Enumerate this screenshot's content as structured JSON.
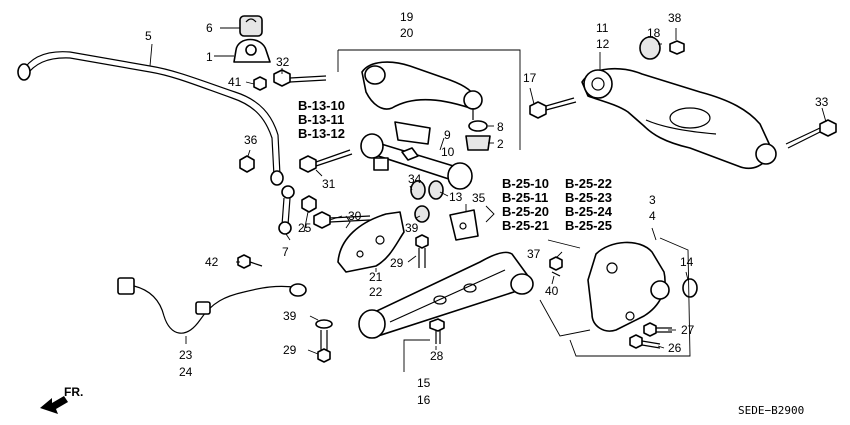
{
  "callouts": {
    "c1": "1",
    "c2": "2",
    "c3": "3",
    "c4": "4",
    "c5": "5",
    "c6": "6",
    "c7": "7",
    "c8": "8",
    "c9": "9",
    "c10": "10",
    "c11": "11",
    "c12": "12",
    "c13": "13",
    "c14": "14",
    "c15": "15",
    "c16": "16",
    "c17": "17",
    "c18": "18",
    "c19": "19",
    "c20": "20",
    "c21": "21",
    "c22": "22",
    "c23": "23",
    "c24": "24",
    "c25": "25",
    "c26": "26",
    "c27": "27",
    "c28": "28",
    "c29a": "29",
    "c29b": "29",
    "c30": "30",
    "c31": "31",
    "c32": "32",
    "c33": "33",
    "c34": "34",
    "c35": "35",
    "c36": "36",
    "c37": "37",
    "c38": "38",
    "c39a": "39",
    "c39b": "39",
    "c40": "40",
    "c41": "41",
    "c42": "42"
  },
  "refs_upper": [
    "B-13-10",
    "B-13-11",
    "B-13-12"
  ],
  "refs_lower_left": [
    "B-25-10",
    "B-25-11",
    "B-25-20",
    "B-25-21"
  ],
  "refs_lower_right": [
    "B-25-22",
    "B-25-23",
    "B-25-24",
    "B-25-25"
  ],
  "direction_label": "FR.",
  "diagram_code": "SEDE−B2900"
}
